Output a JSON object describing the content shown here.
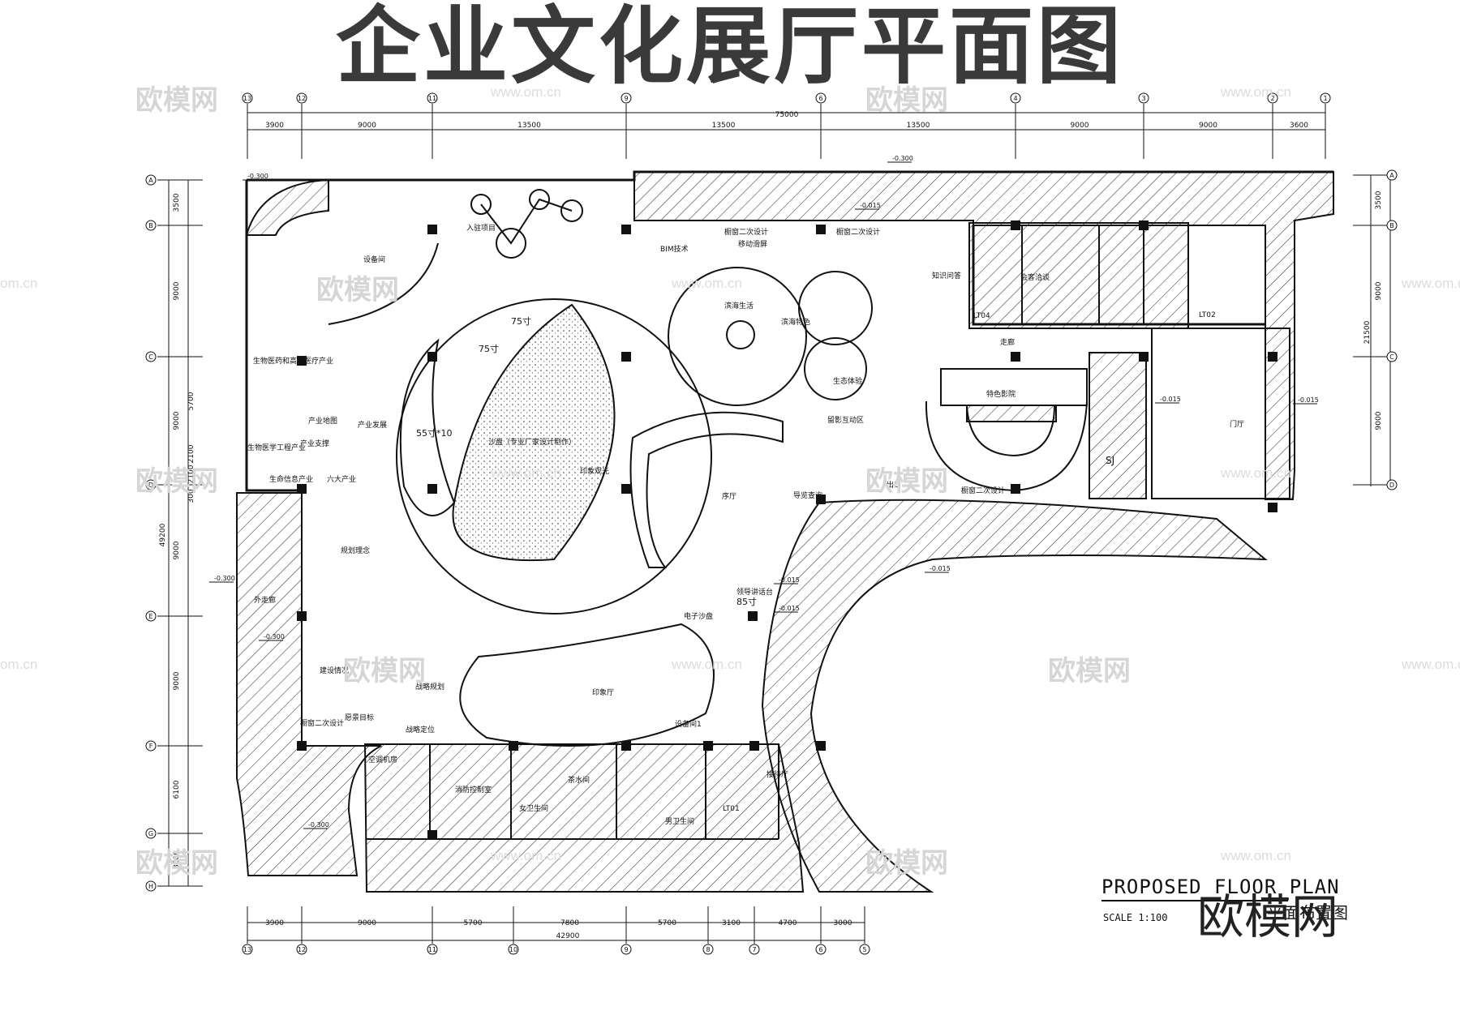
{
  "title": "企业文化展厅平面图",
  "watermarks": {
    "brand": "欧模网",
    "url": "www.om.cn",
    "url_short": "om.cn"
  },
  "grid": {
    "top_labels": [
      "13",
      "12",
      "11",
      "9",
      "6",
      "4",
      "3",
      "2",
      "1"
    ],
    "top_dims": [
      "3900",
      "9000",
      "13500",
      "13500",
      "13500",
      "9000",
      "9000",
      "3600"
    ],
    "top_total": "75000",
    "bottom_labels": [
      "13",
      "12",
      "11",
      "10",
      "9",
      "8",
      "7",
      "6",
      "5"
    ],
    "bottom_dims": [
      "3900",
      "9000",
      "5700",
      "7800",
      "5700",
      "3100",
      "4700",
      "3000"
    ],
    "bottom_total": "42900",
    "left_labels": [
      "A",
      "B",
      "C",
      "D",
      "E",
      "F",
      "G",
      "H"
    ],
    "left_dims": [
      "3500",
      "9000",
      "9000",
      "9000",
      "9000",
      "6100",
      "3600"
    ],
    "left_total": "49200",
    "left_inner_dims": [
      "5700",
      "2100",
      "2100",
      "300"
    ],
    "right_labels": [
      "A",
      "B",
      "C",
      "D"
    ],
    "right_dims": [
      "3500",
      "9000",
      "9000"
    ],
    "right_total": "21500"
  },
  "levels": [
    "-0.300",
    "-0.300",
    "-0.300",
    "-0.300",
    "-0.300",
    "-0.015",
    "-0.015",
    "-0.015",
    "-0.015",
    "-0.015",
    "-0.015"
  ],
  "rooms": {
    "equipment": "设备间",
    "bio_med": "生物医药和高端医疗产业",
    "industry_dev": "产业发展",
    "industry_map": "产业地图",
    "industry_support": "产业支撑",
    "bio_eng": "生物医学工程产业",
    "life_info": "生命信息产业",
    "six_industries": "六大产业",
    "planning": "规划理念",
    "construction": "建设情况",
    "strategy": "战略规划",
    "vision": "愿景目标",
    "window2_left": "橱窗二次设计",
    "strategy_pos": "战略定位",
    "sand_table": "沙盘（专业厂家设计制作）",
    "impression_light": "印象观光",
    "preface": "序厅",
    "guide": "导览查询",
    "leader": "领导讲话台",
    "e_sand": "电子沙盘",
    "impression_hall": "印象厅",
    "equipment1": "设备间1",
    "binhai_life": "滨海生活",
    "binhai_feature": "滨海特色",
    "eco": "生态体验",
    "photo": "留影互动区",
    "exit": "出口",
    "knowledge": "知识问答",
    "window_design_a": "橱窗二次设计",
    "window_design_b": "橱窗二次设计",
    "mobile_screen": "移动滑屏",
    "bim": "BIM技术",
    "entry_project": "入驻项目",
    "feature_cinema": "特色影院",
    "window_design_c": "橱窗二次设计",
    "lobby": "门厅",
    "outer_corridor": "外走廊",
    "corridor": "走廊",
    "ac_room": "空调机房",
    "lt01": "LT01",
    "lt02": "LT02",
    "lt04": "LT04",
    "male_wc": "男卫生间",
    "female_wc": "女卫生间",
    "tea": "茶水间",
    "fire": "消防控制室",
    "reception": "接待厅",
    "meeting": "会客洽谈",
    "sj": "SJ"
  },
  "annotations": {
    "a75a": "75寸",
    "a75b": "75寸",
    "a55": "55寸*10",
    "a85": "85寸"
  },
  "footer": {
    "proposed": "PROPOSED FLOOR PLAN",
    "scale": "SCALE 1:100",
    "subtitle": "平面布置图",
    "brand": "欧模网"
  }
}
